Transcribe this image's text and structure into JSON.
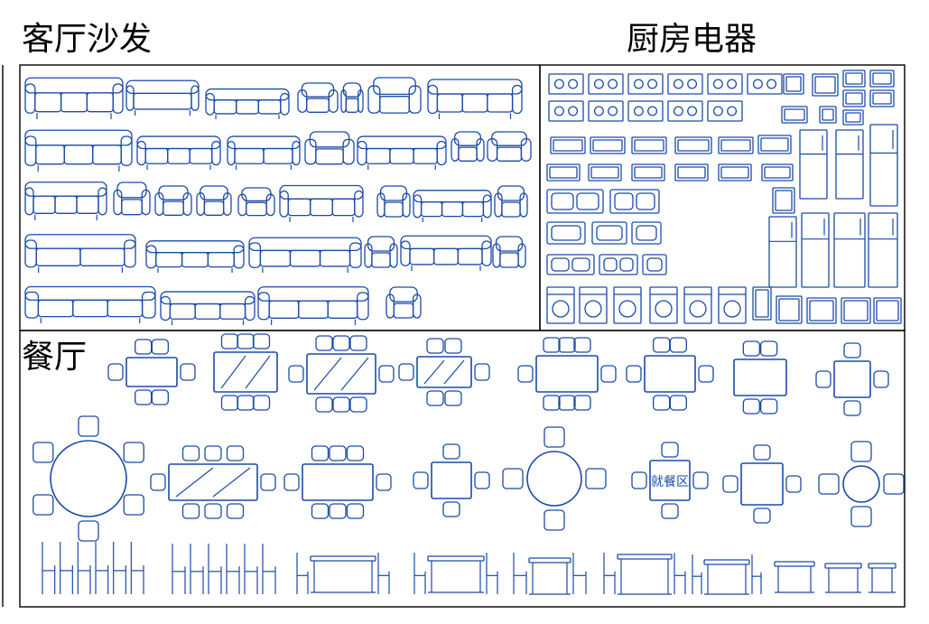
{
  "headings": {
    "living_room_sofa": "客厅沙发",
    "kitchen_appliances": "厨房电器",
    "dining_room": "餐厅"
  },
  "stamp_text": "就餐区",
  "colors": {
    "line": "#1a4aa8",
    "frame": "#000000",
    "background": "#ffffff"
  },
  "icons": {
    "sofa": "sofa-icon",
    "armchair": "armchair-icon",
    "stove": "stove-icon",
    "sink": "sink-icon",
    "fridge": "fridge-icon",
    "washer": "washer-icon",
    "dining_set": "dining-set-icon",
    "chair_elevation": "chair-elevation-icon"
  }
}
